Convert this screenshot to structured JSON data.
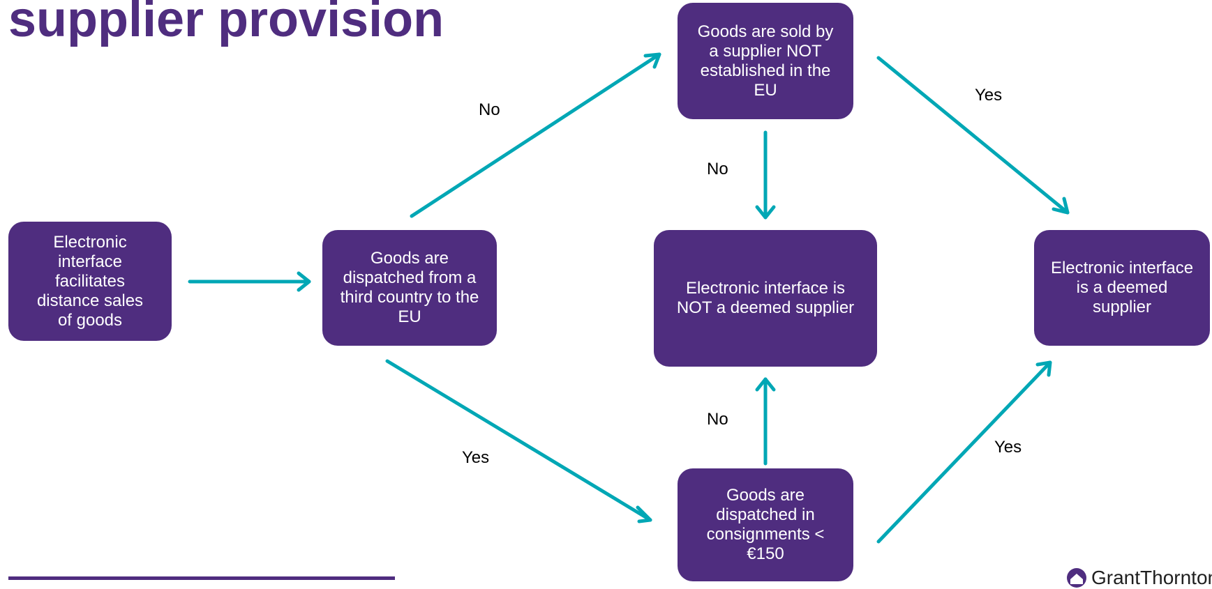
{
  "slide": {
    "title": "supplier provision",
    "brand_color": "#4f2d7f",
    "arrow_color": "#00a7b5"
  },
  "nodes": {
    "start": "Electronic\ninterface\nfacilitates\ndistance sales\nof goods",
    "third_country": "Goods are\ndispatched from a\nthird country to the\nEU",
    "supplier_not_eu": "Goods are sold by\na supplier NOT\nestablished in the\nEU",
    "not_deemed": "Electronic interface is\nNOT a deemed supplier",
    "deemed": "Electronic interface\nis a deemed\nsupplier",
    "consignments": "Goods are\ndispatched in\nconsignments <\n€150"
  },
  "edge_labels": {
    "third_to_supplier": "No",
    "supplier_to_deemed": "Yes",
    "supplier_to_not_deemed": "No",
    "third_to_consignments": "Yes",
    "consignments_to_not_deemed": "No",
    "consignments_to_deemed": "Yes"
  },
  "logo": {
    "text": "GrantThornton"
  }
}
